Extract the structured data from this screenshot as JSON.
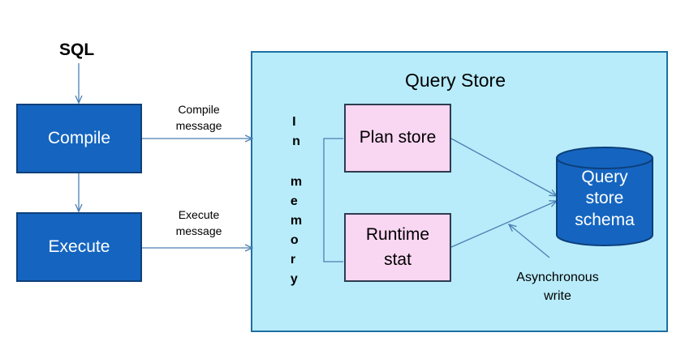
{
  "input_label": "SQL",
  "compile_box": "Compile",
  "execute_box": "Execute",
  "compile_message": "Compile\nmessage",
  "execute_message": "Execute\nmessage",
  "query_store_title": "Query Store",
  "in_memory_word1": "In",
  "in_memory_word2": "memory",
  "plan_store": "Plan store",
  "runtime_stat": "Runtime\nstat",
  "schema_label": "Query\nstore\nschema",
  "async_write": "Asynchronous\nwrite",
  "colors": {
    "process_fill": "#1565c0",
    "store_fill": "#b8ecfa",
    "memory_fill": "#f9d6f2",
    "arrow": "#4a7fb5"
  }
}
